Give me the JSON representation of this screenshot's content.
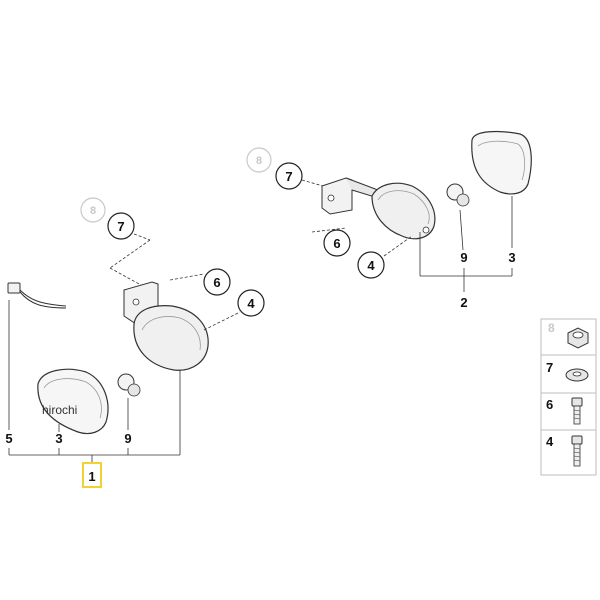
{
  "callouts": {
    "left_8": "8",
    "left_7": "7",
    "left_6": "6",
    "left_4": "4",
    "right_8": "8",
    "right_7": "7",
    "right_6": "6",
    "right_4": "4"
  },
  "numbers": {
    "left_5": "5",
    "left_3": "3",
    "left_9": "9",
    "left_1": "1",
    "right_9": "9",
    "right_3": "3",
    "right_2": "2"
  },
  "legend": {
    "items": [
      "8",
      "7",
      "6",
      "4"
    ]
  },
  "watermark": "hirochi",
  "colors": {
    "highlight": "#f2d230",
    "line": "#333333",
    "light_line": "#bdbdbd"
  }
}
